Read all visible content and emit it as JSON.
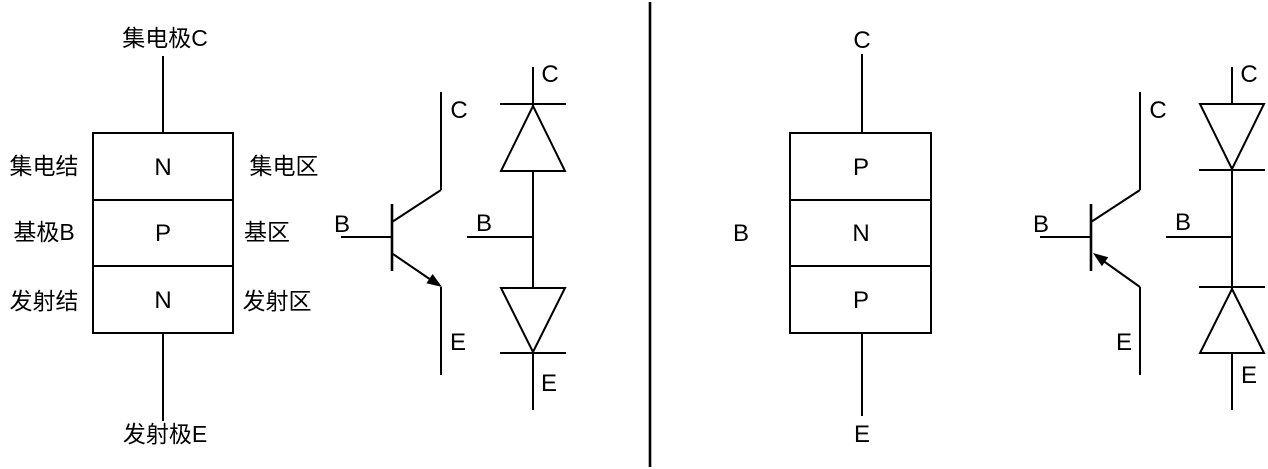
{
  "colors": {
    "stroke": "#000000",
    "background": "#ffffff"
  },
  "npn": {
    "structure": {
      "top_terminal": "集电极C",
      "bottom_terminal": "发射极E",
      "layers": [
        "N",
        "P",
        "N"
      ],
      "left_labels": [
        "集电结",
        "基极B",
        "发射结"
      ],
      "right_labels": [
        "集电区",
        "基区",
        "发射区"
      ]
    },
    "symbol": {
      "base": "B",
      "collector": "C",
      "emitter": "E"
    },
    "diodes": {
      "base": "B",
      "collector": "C",
      "emitter": "E"
    }
  },
  "pnp": {
    "structure": {
      "top_terminal": "C",
      "base_label": "B",
      "bottom_terminal": "E",
      "layers": [
        "P",
        "N",
        "P"
      ]
    },
    "symbol": {
      "base": "B",
      "collector": "C",
      "emitter": "E"
    },
    "diodes": {
      "base": "B",
      "collector": "C",
      "emitter": "E"
    }
  }
}
